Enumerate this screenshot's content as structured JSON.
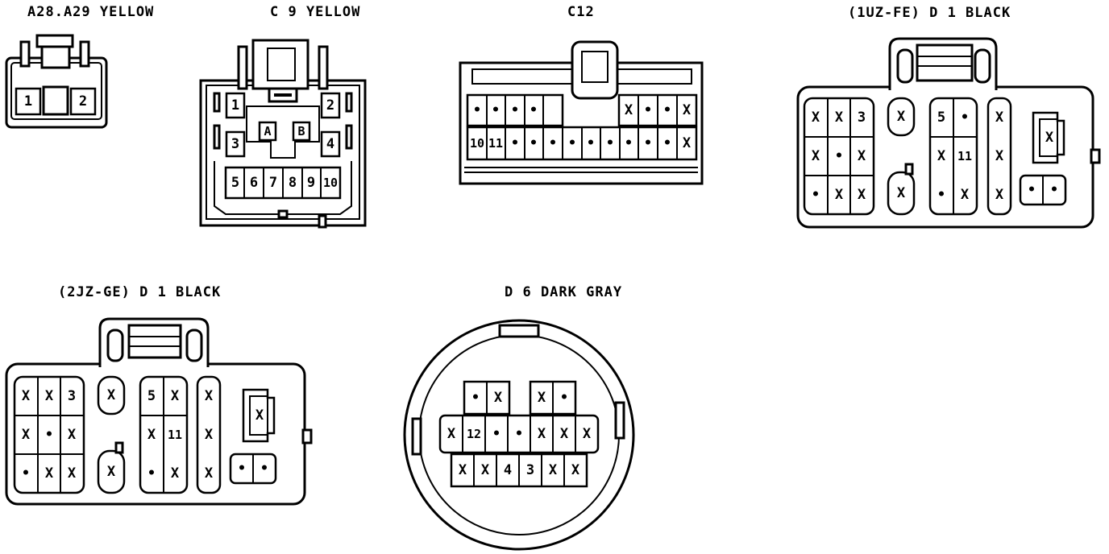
{
  "colors": {
    "ink": "#000000",
    "paper": "#ffffff"
  },
  "connectors": {
    "a28_a29": {
      "title": "A28.A29 YELLOW",
      "pins": [
        "1",
        "2"
      ]
    },
    "c9": {
      "title": "C 9 YELLOW",
      "pins": [
        "1",
        "2",
        "3",
        "4",
        "A",
        "B",
        "5",
        "6",
        "7",
        "8",
        "9",
        "10"
      ]
    },
    "c12": {
      "title": "C12",
      "row1": [
        "•",
        "•",
        "•",
        "•",
        "X",
        "•",
        "•",
        "X"
      ],
      "row2": [
        "10",
        "11",
        "•",
        "•",
        "•",
        "•",
        "•",
        "•",
        "•",
        "•",
        "•",
        "X"
      ]
    },
    "d1_1uz": {
      "title": "(1UZ-FE) D 1 BLACK",
      "left_block": [
        "X",
        "X",
        "3",
        "X",
        "•",
        "X",
        "•",
        "X",
        "X"
      ],
      "oval_top": "X",
      "oval_bottom": "X",
      "mid_block": [
        "5",
        "•",
        "X",
        "11",
        "•",
        "X"
      ],
      "right_col": [
        "X",
        "X",
        "X"
      ],
      "latch_pin": "X",
      "pair": [
        "•",
        "•"
      ]
    },
    "d1_2jz": {
      "title": "(2JZ-GE) D 1 BLACK",
      "left_block": [
        "X",
        "X",
        "3",
        "X",
        "•",
        "X",
        "•",
        "X",
        "X"
      ],
      "oval_top": "X",
      "oval_bottom": "X",
      "mid_block": [
        "5",
        "X",
        "X",
        "11",
        "•",
        "X"
      ],
      "right_col": [
        "X",
        "X",
        "X"
      ],
      "latch_pin": "X",
      "pair": [
        "•",
        "•"
      ]
    },
    "d6": {
      "title": "D 6 DARK GRAY",
      "row1a": [
        "•",
        "X"
      ],
      "row1b": [
        "X",
        "•"
      ],
      "row2": [
        "X",
        "12",
        "•",
        "•",
        "X",
        "X",
        "X"
      ],
      "row3": [
        "X",
        "X",
        "4",
        "3",
        "X",
        "X"
      ]
    }
  }
}
